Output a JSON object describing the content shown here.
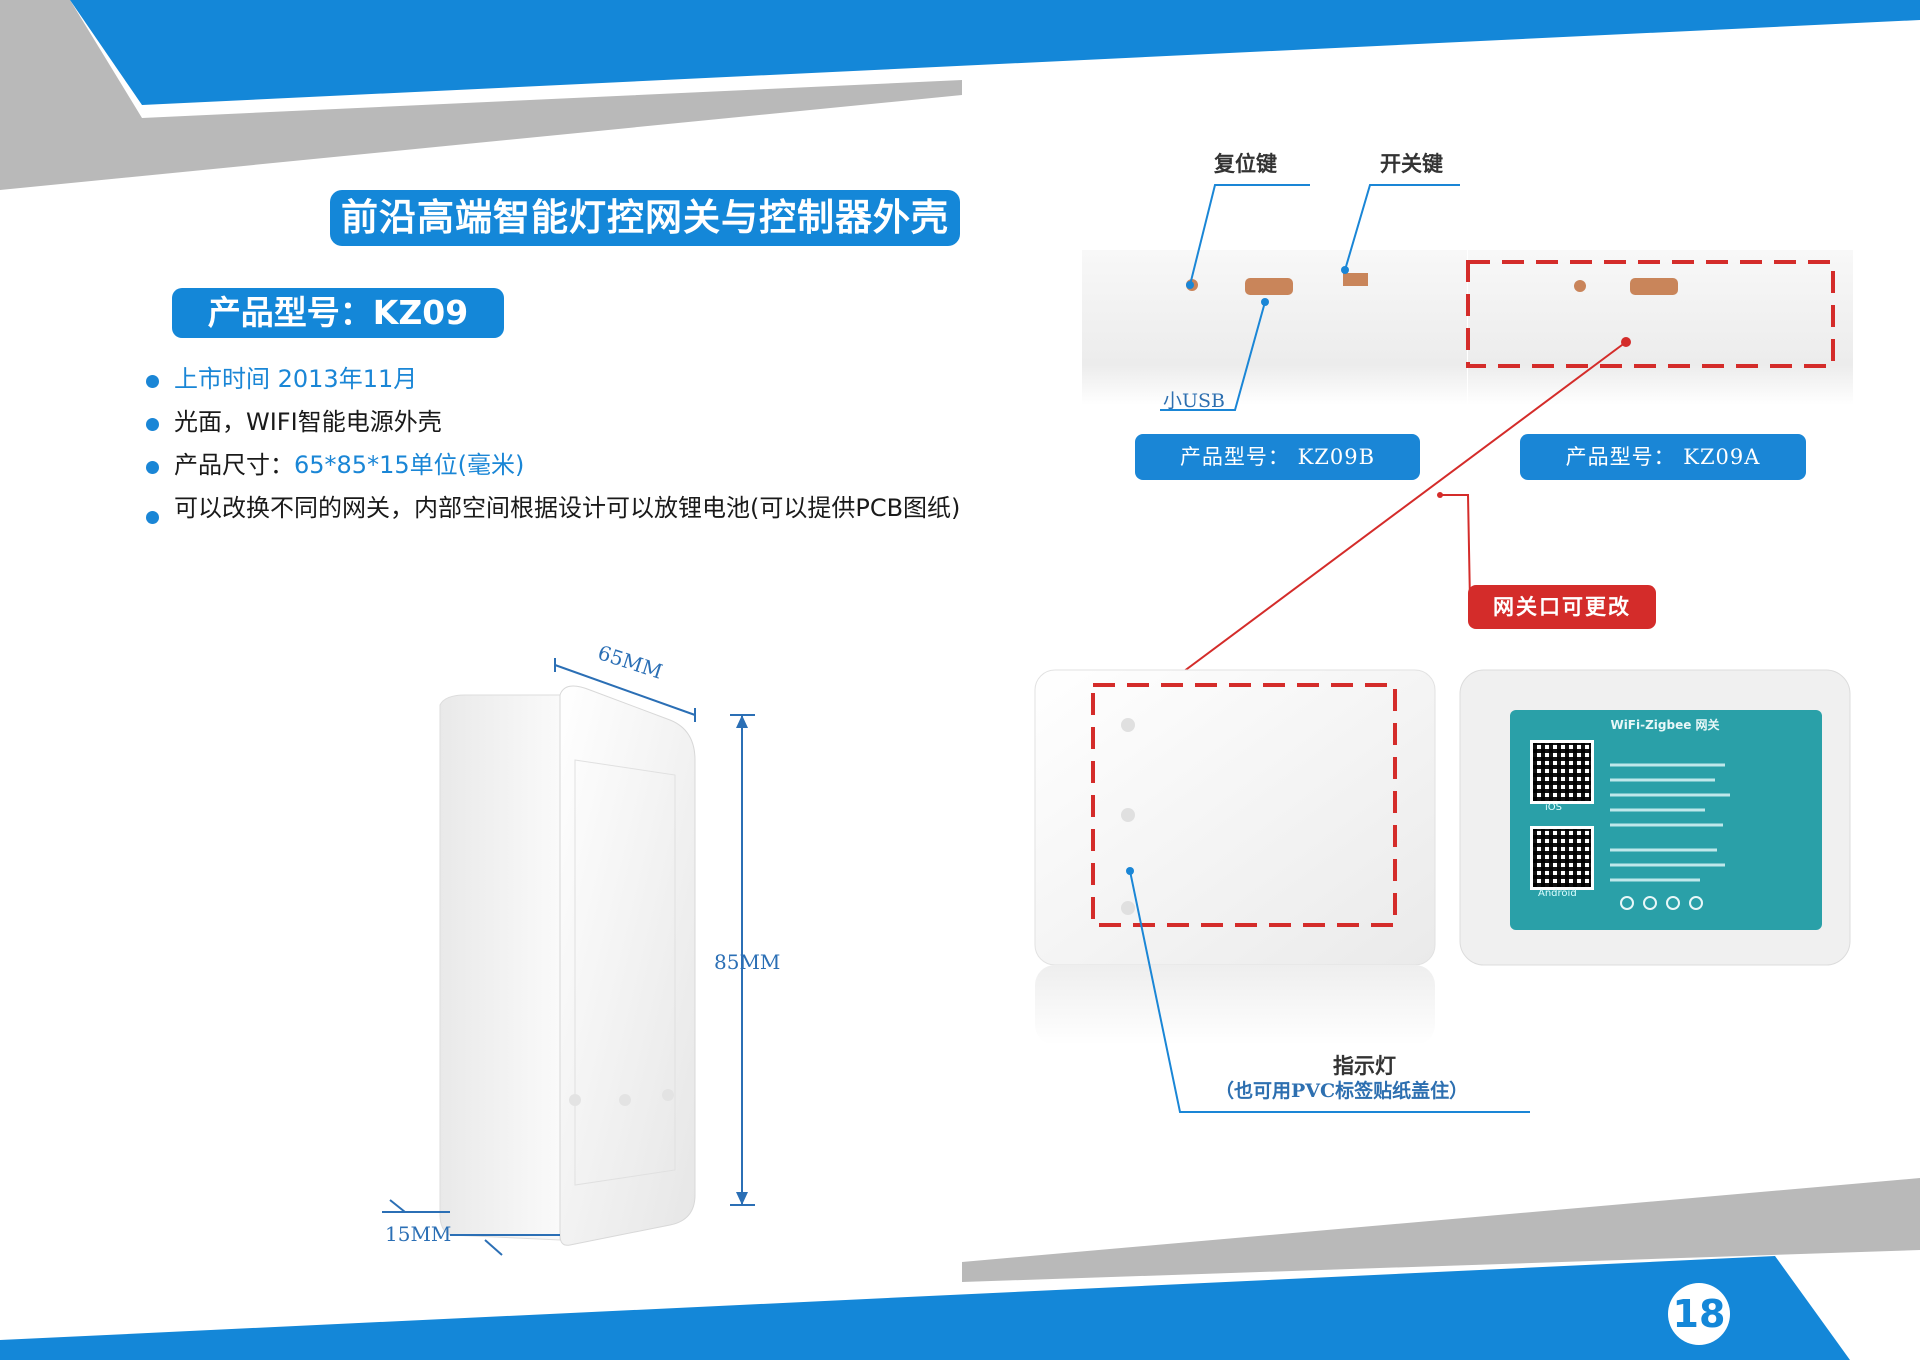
{
  "heading": {
    "title": "前沿高端智能灯控网关与控制器外壳",
    "model": "产品型号：KZ09"
  },
  "bullets": [
    {
      "text": "上市时间 2013年11月",
      "color": "#1a86d6"
    },
    {
      "text": "光面，WIFI智能电源外壳"
    },
    {
      "label": "产品尺寸：",
      "value": "65*85*15单位(毫米)"
    },
    {
      "text": "可以改换不同的网关，内部空间根据设计可以放锂电池(可以提供PCB图纸)"
    }
  ],
  "dimensions": {
    "width": "65MM",
    "height": "85MM",
    "depth": "15MM"
  },
  "annotations": {
    "reset_key": "复位键",
    "power_key": "开关键",
    "micro_usb": "小USB",
    "model_b": "产品型号： KZ09B",
    "model_a": "产品型号： KZ09A",
    "gateway_changeable": "网关口可更改",
    "indicator": "指示灯",
    "indicator_note": "（也可用PVC标签贴纸盖住）"
  },
  "label_sticker": {
    "title": "WiFi-Zigbee 网关",
    "qr_top": "iOS",
    "qr_bottom": "Android"
  },
  "page_number": "18",
  "colors": {
    "brand_blue": "#1487d8",
    "accent_red": "#d42c2a",
    "stripe_gray": "#b9b9b9"
  }
}
